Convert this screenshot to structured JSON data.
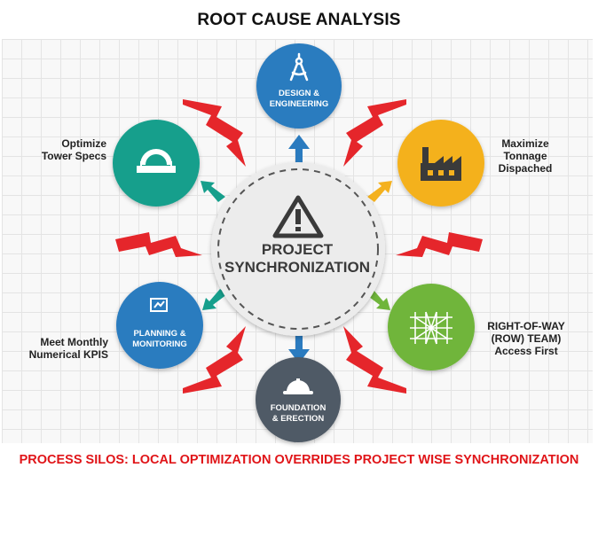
{
  "title": "ROOT CAUSE ANALYSIS",
  "center": {
    "line1": "PROJECT",
    "line2": "SYNCHRONIZATION"
  },
  "nodes": {
    "design": {
      "line1": "DESIGN &",
      "line2": "ENGINEERING",
      "color": "#2b7bbf",
      "icon": "compass-icon"
    },
    "tower": {
      "color": "#169f8c",
      "icon": "ruler-protractor-icon"
    },
    "factory": {
      "color": "#f4b11e",
      "icon": "factory-icon"
    },
    "planning": {
      "line1": "PLANNING &",
      "line2": "MONITORING",
      "color": "#2b7bbf",
      "icon": "planning-board-icon"
    },
    "row": {
      "color": "#6fb53a",
      "icon": "network-grid-icon"
    },
    "foundation": {
      "line1": "FOUNDATION",
      "line2": "& ERECTION",
      "color": "#505a66",
      "icon": "hard-hat-icon"
    }
  },
  "labels": {
    "tower": [
      "Optimize",
      "Tower Specs"
    ],
    "factory": [
      "Maximize",
      "Tonnage",
      "Dispached"
    ],
    "planning": [
      "Meet Monthly",
      "Numerical KPIS"
    ],
    "row": [
      "RIGHT-OF-WAY",
      "(ROW) TEAM)",
      "Access First"
    ]
  },
  "colors": {
    "lightning": "#e5262b",
    "center_fill": "#ececec",
    "arrow_blue": "#2b7bbf",
    "arrow_teal": "#169f8c",
    "arrow_yellow": "#f4b11e",
    "arrow_green": "#6fb53a"
  },
  "footer": "PROCESS SILOS: LOCAL OPTIMIZATION OVERRIDES PROJECT WISE SYNCHRONIZATION"
}
